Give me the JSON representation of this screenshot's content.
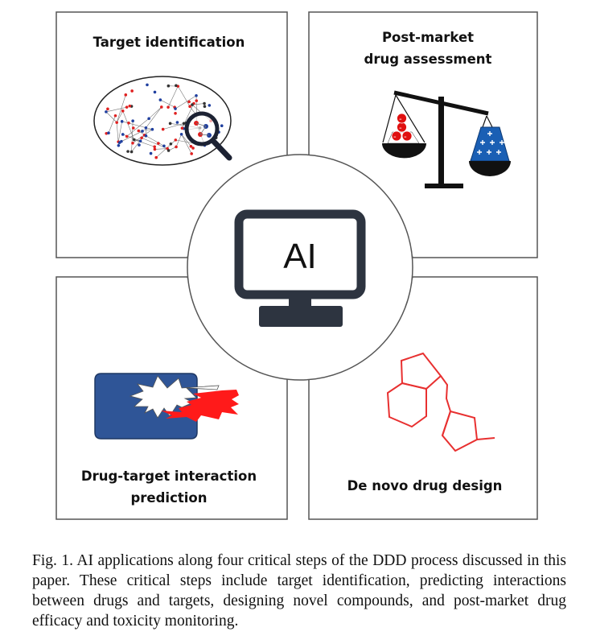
{
  "quadrants": {
    "top_left": {
      "title": "Target identification"
    },
    "top_right": {
      "title_line1": "Post-market",
      "title_line2": "drug assessment"
    },
    "bottom_left": {
      "title_line1": "Drug-target interaction",
      "title_line2": "prediction"
    },
    "bottom_right": {
      "title": "De novo drug design"
    }
  },
  "center": {
    "label": "AI"
  },
  "caption": {
    "text": "Fig. 1.  AI applications along four critical steps of the DDD process discussed in this paper. These critical steps include target identification, predicting interactions between drugs and targets, designing novel compounds, and post-market drug efficacy and toxicity monitoring."
  },
  "colors": {
    "border": "#555555",
    "monitor": "#2d3440",
    "network_red": "#e02020",
    "network_blue": "#1f3f9f",
    "scale_red": "#e01010",
    "scale_blue": "#1a5fb4",
    "receptor_blue": "#2f5597",
    "flame_red": "#ff1a1a",
    "molecule_red": "#e83030"
  }
}
